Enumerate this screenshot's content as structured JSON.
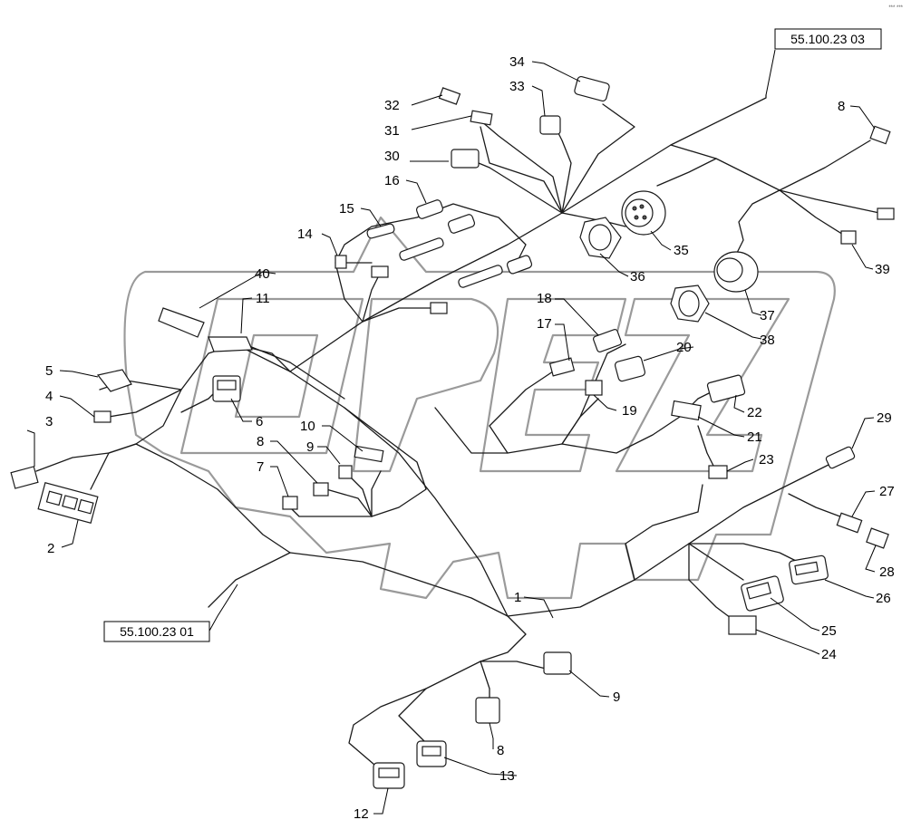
{
  "corner_mark": "*** ***",
  "references": {
    "top_right": "55.100.23 03",
    "bottom_left": "55.100.23 01"
  },
  "callouts": {
    "c1": "1",
    "c2": "2",
    "c3": "3",
    "c4": "4",
    "c5": "5",
    "c6": "6",
    "c7": "7",
    "c8a": "8",
    "c8b": "8",
    "c8c": "8",
    "c9a": "9",
    "c9b": "9",
    "c10": "10",
    "c11": "11",
    "c12": "12",
    "c13": "13",
    "c14": "14",
    "c15": "15",
    "c16": "16",
    "c17": "17",
    "c18": "18",
    "c19": "19",
    "c20": "20",
    "c21": "21",
    "c22": "22",
    "c23": "23",
    "c24": "24",
    "c25": "25",
    "c26": "26",
    "c27": "27",
    "c28": "28",
    "c29": "29",
    "c30": "30",
    "c31": "31",
    "c32": "32",
    "c33": "33",
    "c34": "34",
    "c35": "35",
    "c36": "36",
    "c37": "37",
    "c38": "38",
    "c39": "39",
    "c40": "40"
  },
  "watermark": {
    "letters": [
      "O",
      "P",
      "E",
      "Z"
    ]
  }
}
